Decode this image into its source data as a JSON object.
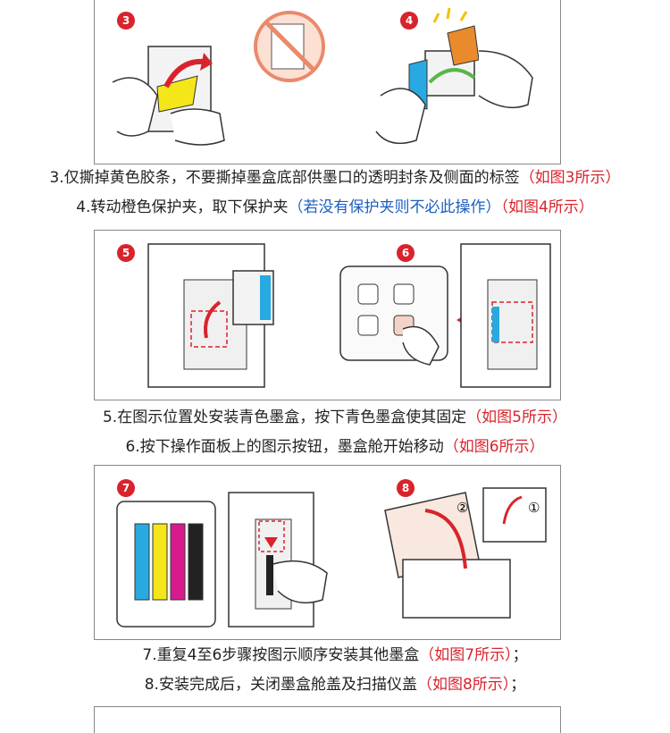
{
  "steps": [
    {
      "n": "3"
    },
    {
      "n": "4"
    },
    {
      "n": "5"
    },
    {
      "n": "6"
    },
    {
      "n": "7"
    },
    {
      "n": "8"
    }
  ],
  "captions": {
    "c3": {
      "text": "3.仅撕掉黄色胶条，不要撕掉墨盒底部供墨口的透明封条及侧面的标签",
      "ref": "（如图3所示）"
    },
    "c4": {
      "text": "4.转动橙色保护夹，取下保护夹",
      "note": "（若没有保护夹则不必此操作）",
      "ref": "（如图4所示）"
    },
    "c5": {
      "text": "5.在图示位置处安装青色墨盒，按下青色墨盒使其固定",
      "ref": "（如图5所示）"
    },
    "c6": {
      "text": "6.按下操作面板上的图示按钮，墨盒舱开始移动",
      "ref": "（如图6所示）"
    },
    "c7": {
      "text": "7.重复4至6步骤按图示顺序安装其他墨盒",
      "ref": "（如图7所示）",
      "tail": "；"
    },
    "c8": {
      "text": "8.安装完成后，关闭墨盒舱盖及扫描仪盖",
      "ref": "（如图8所示）",
      "tail": "；"
    }
  },
  "figure8_callouts": {
    "a": "②",
    "b": "①"
  },
  "colors": {
    "accent_red": "#d9232c",
    "note_blue": "#1b5fbf",
    "cyan": "#29a9e1",
    "yellow": "#f5e61a",
    "magenta": "#d81b8c",
    "black": "#222222",
    "orange": "#e98a2c"
  }
}
